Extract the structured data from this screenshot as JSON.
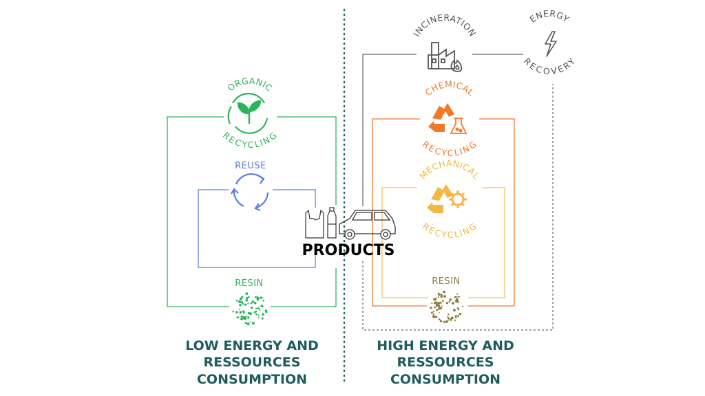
{
  "center": {
    "label": "PRODUCTS"
  },
  "left": {
    "organic": {
      "line1": "ORGANIC",
      "line2": "RECYCLING",
      "icon": "sprout-recycle-icon",
      "color": "#2bb35a"
    },
    "reuse": {
      "label": "REUSE",
      "icon": "reuse-cycle-icon",
      "color": "#5b7fe0"
    },
    "resin": {
      "label": "RESIN",
      "icon": "resin-dots-icon",
      "color": "#2bb35a"
    },
    "caption": [
      "LOW ENERGY AND",
      "RESSOURCES",
      "CONSUMPTION"
    ]
  },
  "right": {
    "incineration": {
      "label": "INCINERATION",
      "icon": "factory-fire-icon",
      "color": "#555555"
    },
    "energy": {
      "line1": "ENERGY",
      "line2": "RECOVERY",
      "icon": "lightning-icon",
      "color": "#555555"
    },
    "chemical": {
      "line1": "CHEMICAL",
      "line2": "RECYCLING",
      "icon": "recycle-flask-icon",
      "color": "#f07a2a"
    },
    "mechanical": {
      "line1": "MECHANICAL",
      "line2": "RECYCLING",
      "icon": "recycle-gear-icon",
      "color": "#f5b642"
    },
    "resin": {
      "label": "RESIN",
      "icon": "resin-dots-icon",
      "color": "#8a7a3a"
    },
    "caption": [
      "HIGH ENERGY AND",
      "RESSOURCES",
      "CONSUMPTION"
    ]
  },
  "colors": {
    "caption": "#1f5c5c",
    "divider": "#1f5c5c",
    "reuse_loop": "#5b7fe0",
    "organic_loop": "#2bb35a",
    "chemical_loop": "#f07a2a",
    "mechanical_loop": "#f5c060",
    "energy_loop": "#666666"
  },
  "icons": [
    "plastic-bag-icon",
    "bottle-icon",
    "car-icon"
  ]
}
